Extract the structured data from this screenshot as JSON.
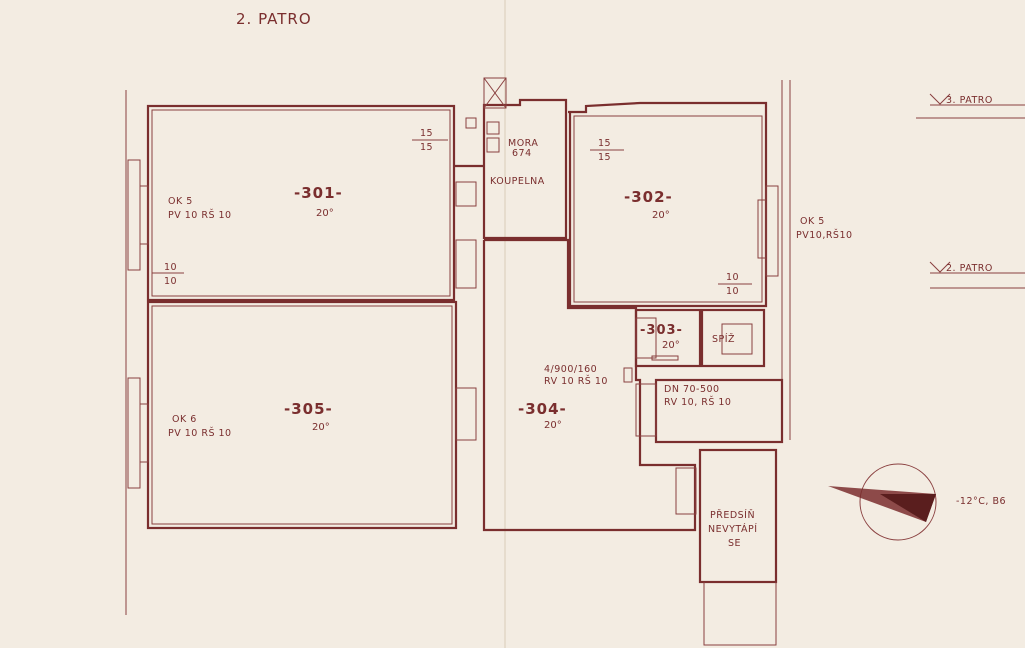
{
  "title": "2. PATRO",
  "levels": {
    "upper": "3. PATRO",
    "current": "2. PATRO"
  },
  "rooms": {
    "r301": {
      "number": "-301-",
      "temp": "20°"
    },
    "r302": {
      "number": "-302-",
      "temp": "20°"
    },
    "r303": {
      "number": "-303-",
      "temp": "20°"
    },
    "r304": {
      "number": "-304-",
      "temp": "20°"
    },
    "r305": {
      "number": "-305-",
      "temp": "20°"
    },
    "koupelna": "KOUPELNA",
    "spiz": "SPÍŽ",
    "predsin": [
      "PŘEDSÍŇ",
      "NEVYTÁPÍ",
      "SE"
    ]
  },
  "windows": {
    "w301": [
      "OK 5",
      "PV 10 RŠ 10"
    ],
    "w302": [
      "OK 5",
      "PV10,RŠ10"
    ],
    "w305": [
      "OK 6",
      "PV 10 RŠ 10"
    ]
  },
  "dims": {
    "d301": [
      "10",
      "10"
    ],
    "d301top": [
      "15",
      "15"
    ],
    "d302top": [
      "15",
      "15"
    ],
    "d302bot": [
      "10",
      "10"
    ]
  },
  "equipment": {
    "mora": [
      "MORA",
      "674"
    ],
    "door304": [
      "4/900/160",
      "RV 10 RŠ 10"
    ],
    "dn": [
      "DN 70-500",
      "RV 10, RŠ 10"
    ]
  },
  "compass": "-12°C, B6"
}
